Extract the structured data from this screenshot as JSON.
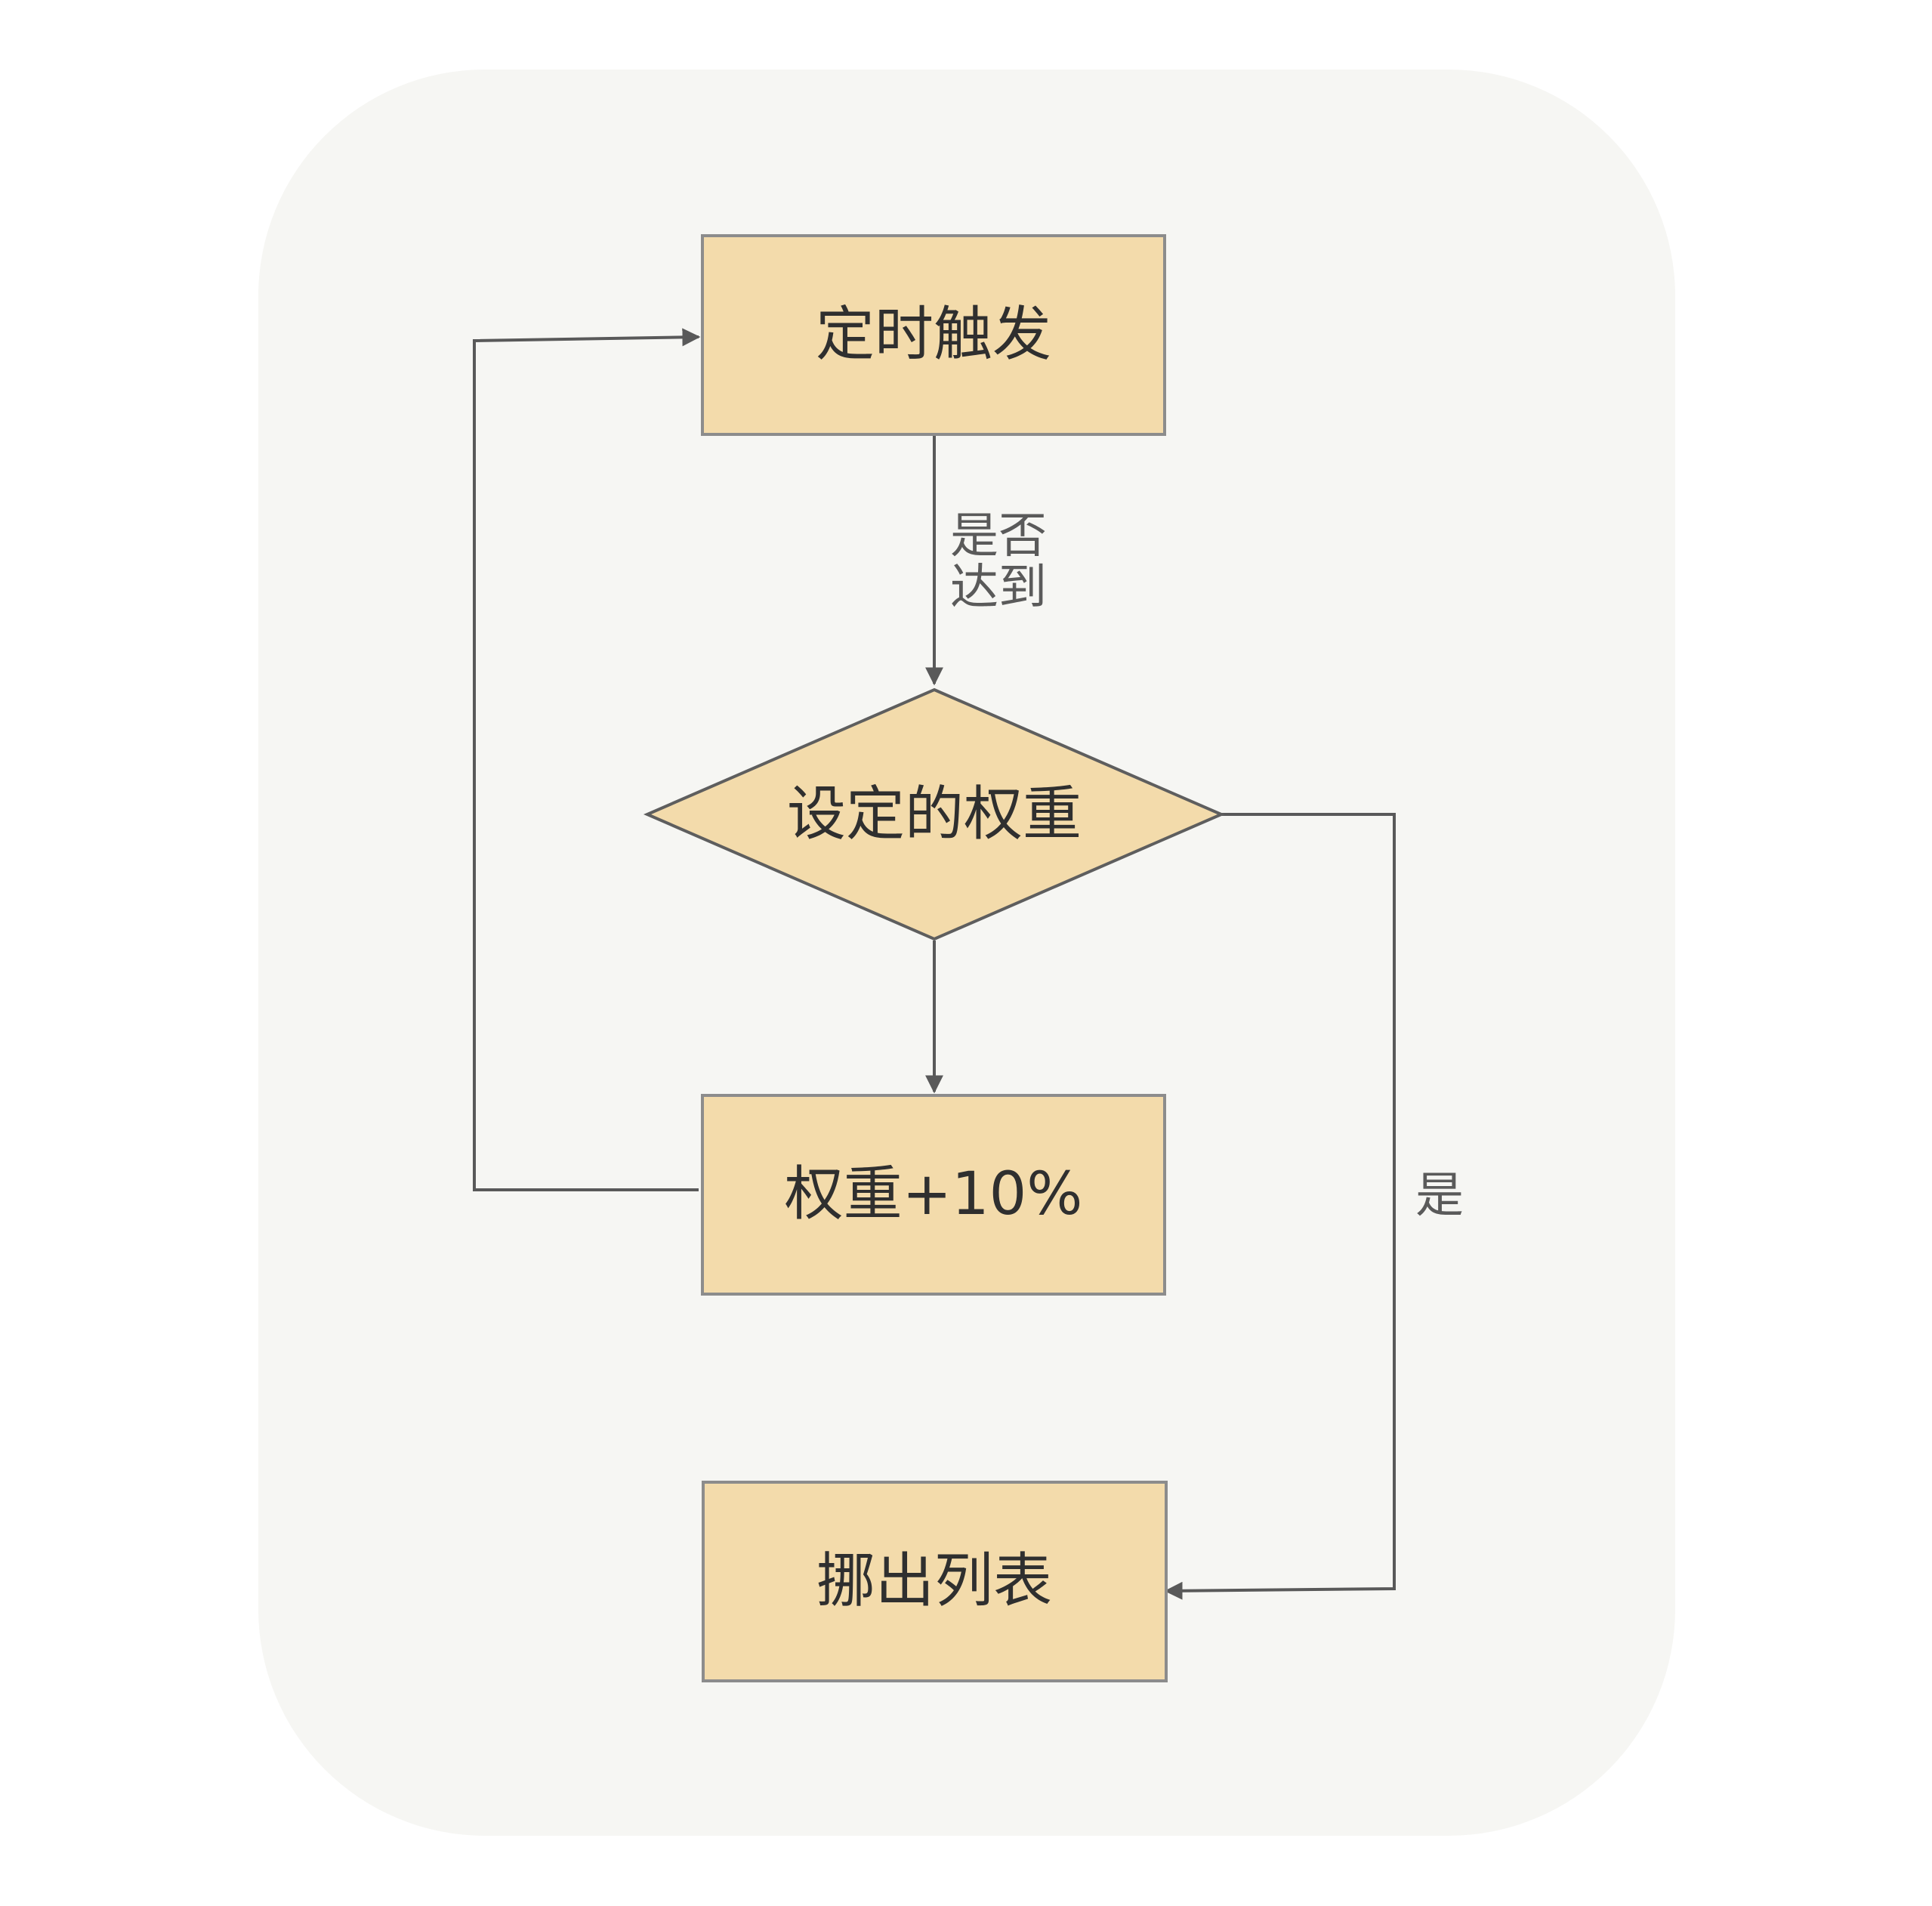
{
  "colors": {
    "background_panel": "#f6f6f3",
    "node_fill": "#f3dbab",
    "node_border": "#8c8c8c",
    "connector": "#595959",
    "node_text": "#2f2f2f",
    "label_text": "#5a5a5a"
  },
  "nodes": {
    "trigger": {
      "label": "定时触发",
      "shape": "rectangle"
    },
    "decision": {
      "label": "设定的权重",
      "shape": "diamond"
    },
    "increase": {
      "label": "权重+10%",
      "shape": "rectangle"
    },
    "remove": {
      "label": "挪出列表",
      "shape": "rectangle"
    }
  },
  "edges": {
    "trigger_to_decision": {
      "label_line1": "是否",
      "label_line2": "达到"
    },
    "decision_to_remove": {
      "label": "是"
    },
    "decision_to_increase": {
      "label": ""
    },
    "increase_to_trigger": {
      "label": ""
    }
  }
}
